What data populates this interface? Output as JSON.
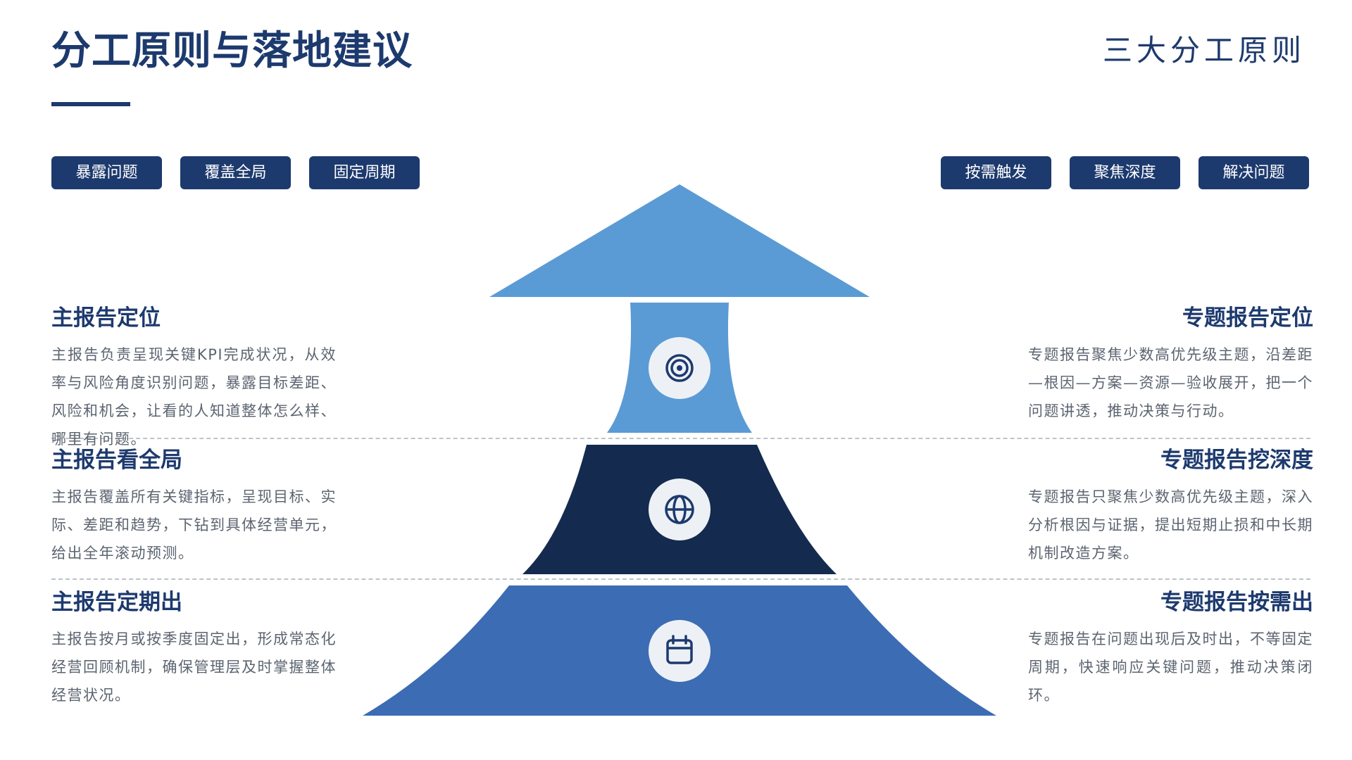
{
  "header": {
    "title": "分工原则与落地建议",
    "subtitle": "三大分工原则"
  },
  "tags": {
    "left": [
      "暴露问题",
      "覆盖全局",
      "固定周期"
    ],
    "right": [
      "按需触发",
      "聚焦深度",
      "解决问题"
    ]
  },
  "left_sections": [
    {
      "title": "主报告定位",
      "text": "主报告负责呈现关键KPI完成状况，从效率与风险角度识别问题，暴露目标差距、风险和机会，让看的人知道整体怎么样、哪里有问题。"
    },
    {
      "title": "主报告看全局",
      "text": "主报告覆盖所有关键指标，呈现目标、实际、差距和趋势，下钻到具体经营单元，给出全年滚动预测。"
    },
    {
      "title": "主报告定期出",
      "text": "主报告按月或按季度固定出，形成常态化经营回顾机制，确保管理层及时掌握整体经营状况。"
    }
  ],
  "right_sections": [
    {
      "title": "专题报告定位",
      "text": "专题报告聚焦少数高优先级主题，沿差距—根因—方案—资源—验收展开，把一个问题讲透，推动决策与行动。"
    },
    {
      "title": "专题报告挖深度",
      "text": "专题报告只聚焦少数高优先级主题，深入分析根因与证据，提出短期止损和中长期机制改造方案。"
    },
    {
      "title": "专题报告按需出",
      "text": "专题报告在问题出现后及时出，不等固定周期，快速响应关键问题，推动决策闭环。"
    }
  ],
  "pyramid": {
    "icons": [
      "target-icon",
      "globe-icon",
      "calendar-icon"
    ],
    "colors": {
      "top": "#5a9bd5",
      "layer1": "#5a9bd5",
      "layer2": "#142b4f",
      "layer3": "#3c6cb4",
      "icon_bg": "#edf1f6",
      "icon_fg": "#1d3a6e",
      "accent": "#1d3a6e"
    }
  }
}
